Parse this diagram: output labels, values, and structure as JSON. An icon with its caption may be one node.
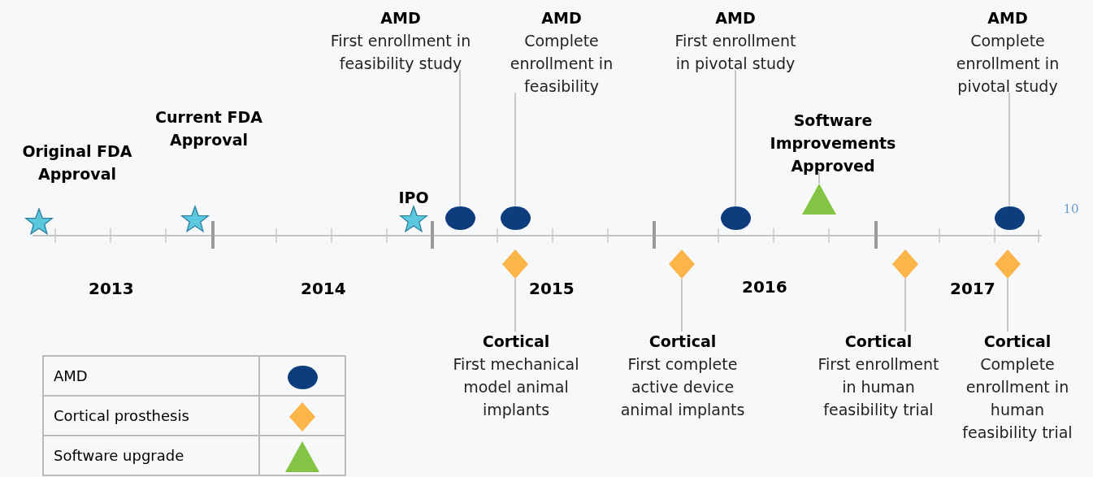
{
  "diagram": {
    "nodes": [
      {
        "text": [
          "Original FDA Approval"
        ]
      },
      {
        "text": [],
        "shape": "star"
      },
      {
        "text": [
          "Current FDA Approval"
        ]
      },
      {
        "text": [],
        "shape": "star"
      },
      {
        "text": [
          "IPO"
        ]
      },
      {
        "text": [],
        "shape": "star"
      },
      {
        "text": [
          "AMD",
          "First enrollment in feasibility study"
        ]
      },
      {
        "text": [],
        "shape": "circle"
      },
      {
        "text": [
          "AMD",
          "Complete enrollment in feasibility"
        ]
      },
      {
        "text": [],
        "shape": "circle"
      },
      {
        "text": [
          "AMD",
          "First enrollment in pivotal study"
        ]
      },
      {
        "text": [],
        "shape": "circle"
      },
      {
        "text": [
          "Software Improvements Approved"
        ]
      },
      {
        "text": [],
        "shape": "triangle"
      },
      {
        "text": [
          "AMD",
          "Complete enrollment in pivotal study"
        ]
      },
      {
        "text": [],
        "shape": "circle"
      },
      {
        "text": [],
        "shape": "diamond"
      },
      {
        "text": [
          "Cortical",
          "First mechanical model animal implants"
        ]
      },
      {
        "text": [],
        "shape": "diamond"
      },
      {
        "text": [
          "Cortical",
          "First complete active device animal implants"
        ]
      },
      {
        "text": [],
        "shape": "diamond"
      },
      {
        "text": [
          "Cortical",
          "First enrollment in human feasibility trial"
        ]
      },
      {
        "text": [],
        "shape": "diamond"
      },
      {
        "text": [
          "Cortical",
          "Complete enrollment in human feasibility trial"
        ]
      }
    ],
    "edges": [
      {
        "from": 6,
        "to": 7,
        "arrow": "none"
      },
      {
        "from": 8,
        "to": 9,
        "arrow": "none"
      },
      {
        "from": 10,
        "to": 11,
        "arrow": "none"
      },
      {
        "from": 12,
        "to": 13,
        "arrow": "none"
      },
      {
        "from": 14,
        "to": 15,
        "arrow": "none"
      },
      {
        "from": 16,
        "to": 17,
        "arrow": "none"
      },
      {
        "from": 18,
        "to": 19,
        "arrow": "none"
      },
      {
        "from": 20,
        "to": 21,
        "arrow": "none"
      },
      {
        "from": 22,
        "to": 23,
        "arrow": "none"
      }
    ],
    "labels": [
      "10",
      "2013",
      "2014",
      "2015",
      "2016",
      "2017"
    ],
    "legend": [
      {
        "text": "AMD"
      },
      {
        "text": "Cortical prosthesis"
      },
      {
        "text": "Software upgrade"
      }
    ]
  }
}
